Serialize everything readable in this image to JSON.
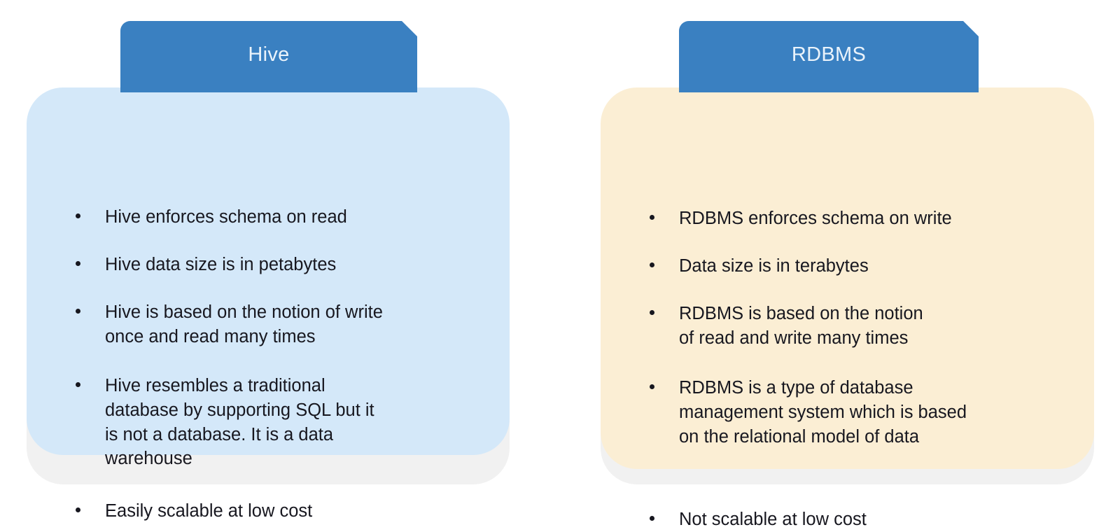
{
  "colors": {
    "tab_blue": "#3a80c1",
    "tab_text": "#eaf3fb",
    "left_panel_fill": "#d4e8f9",
    "right_panel_fill": "#fbeed4",
    "backing_card": "#f1f1f1",
    "body_text": "#17171f",
    "page_background": "#ffffff"
  },
  "comparison": {
    "columns": [
      {
        "id": "hive",
        "title": "Hive",
        "bullets": [
          "Hive enforces schema on read",
          "Hive data size is in petabytes",
          "Hive is based on the notion of write\nonce and read many times",
          "Hive resembles a traditional\ndatabase by supporting SQL but it\nis not a database. It is a data\nwarehouse",
          "Easily scalable at low cost"
        ]
      },
      {
        "id": "rdbms",
        "title": "RDBMS",
        "bullets": [
          "RDBMS enforces schema on write",
          "Data size is in terabytes",
          "RDBMS is based on the notion\nof read and write many times",
          "RDBMS is a type of database\nmanagement system which is based\non the relational model of data",
          "Not scalable at low cost"
        ]
      }
    ]
  }
}
